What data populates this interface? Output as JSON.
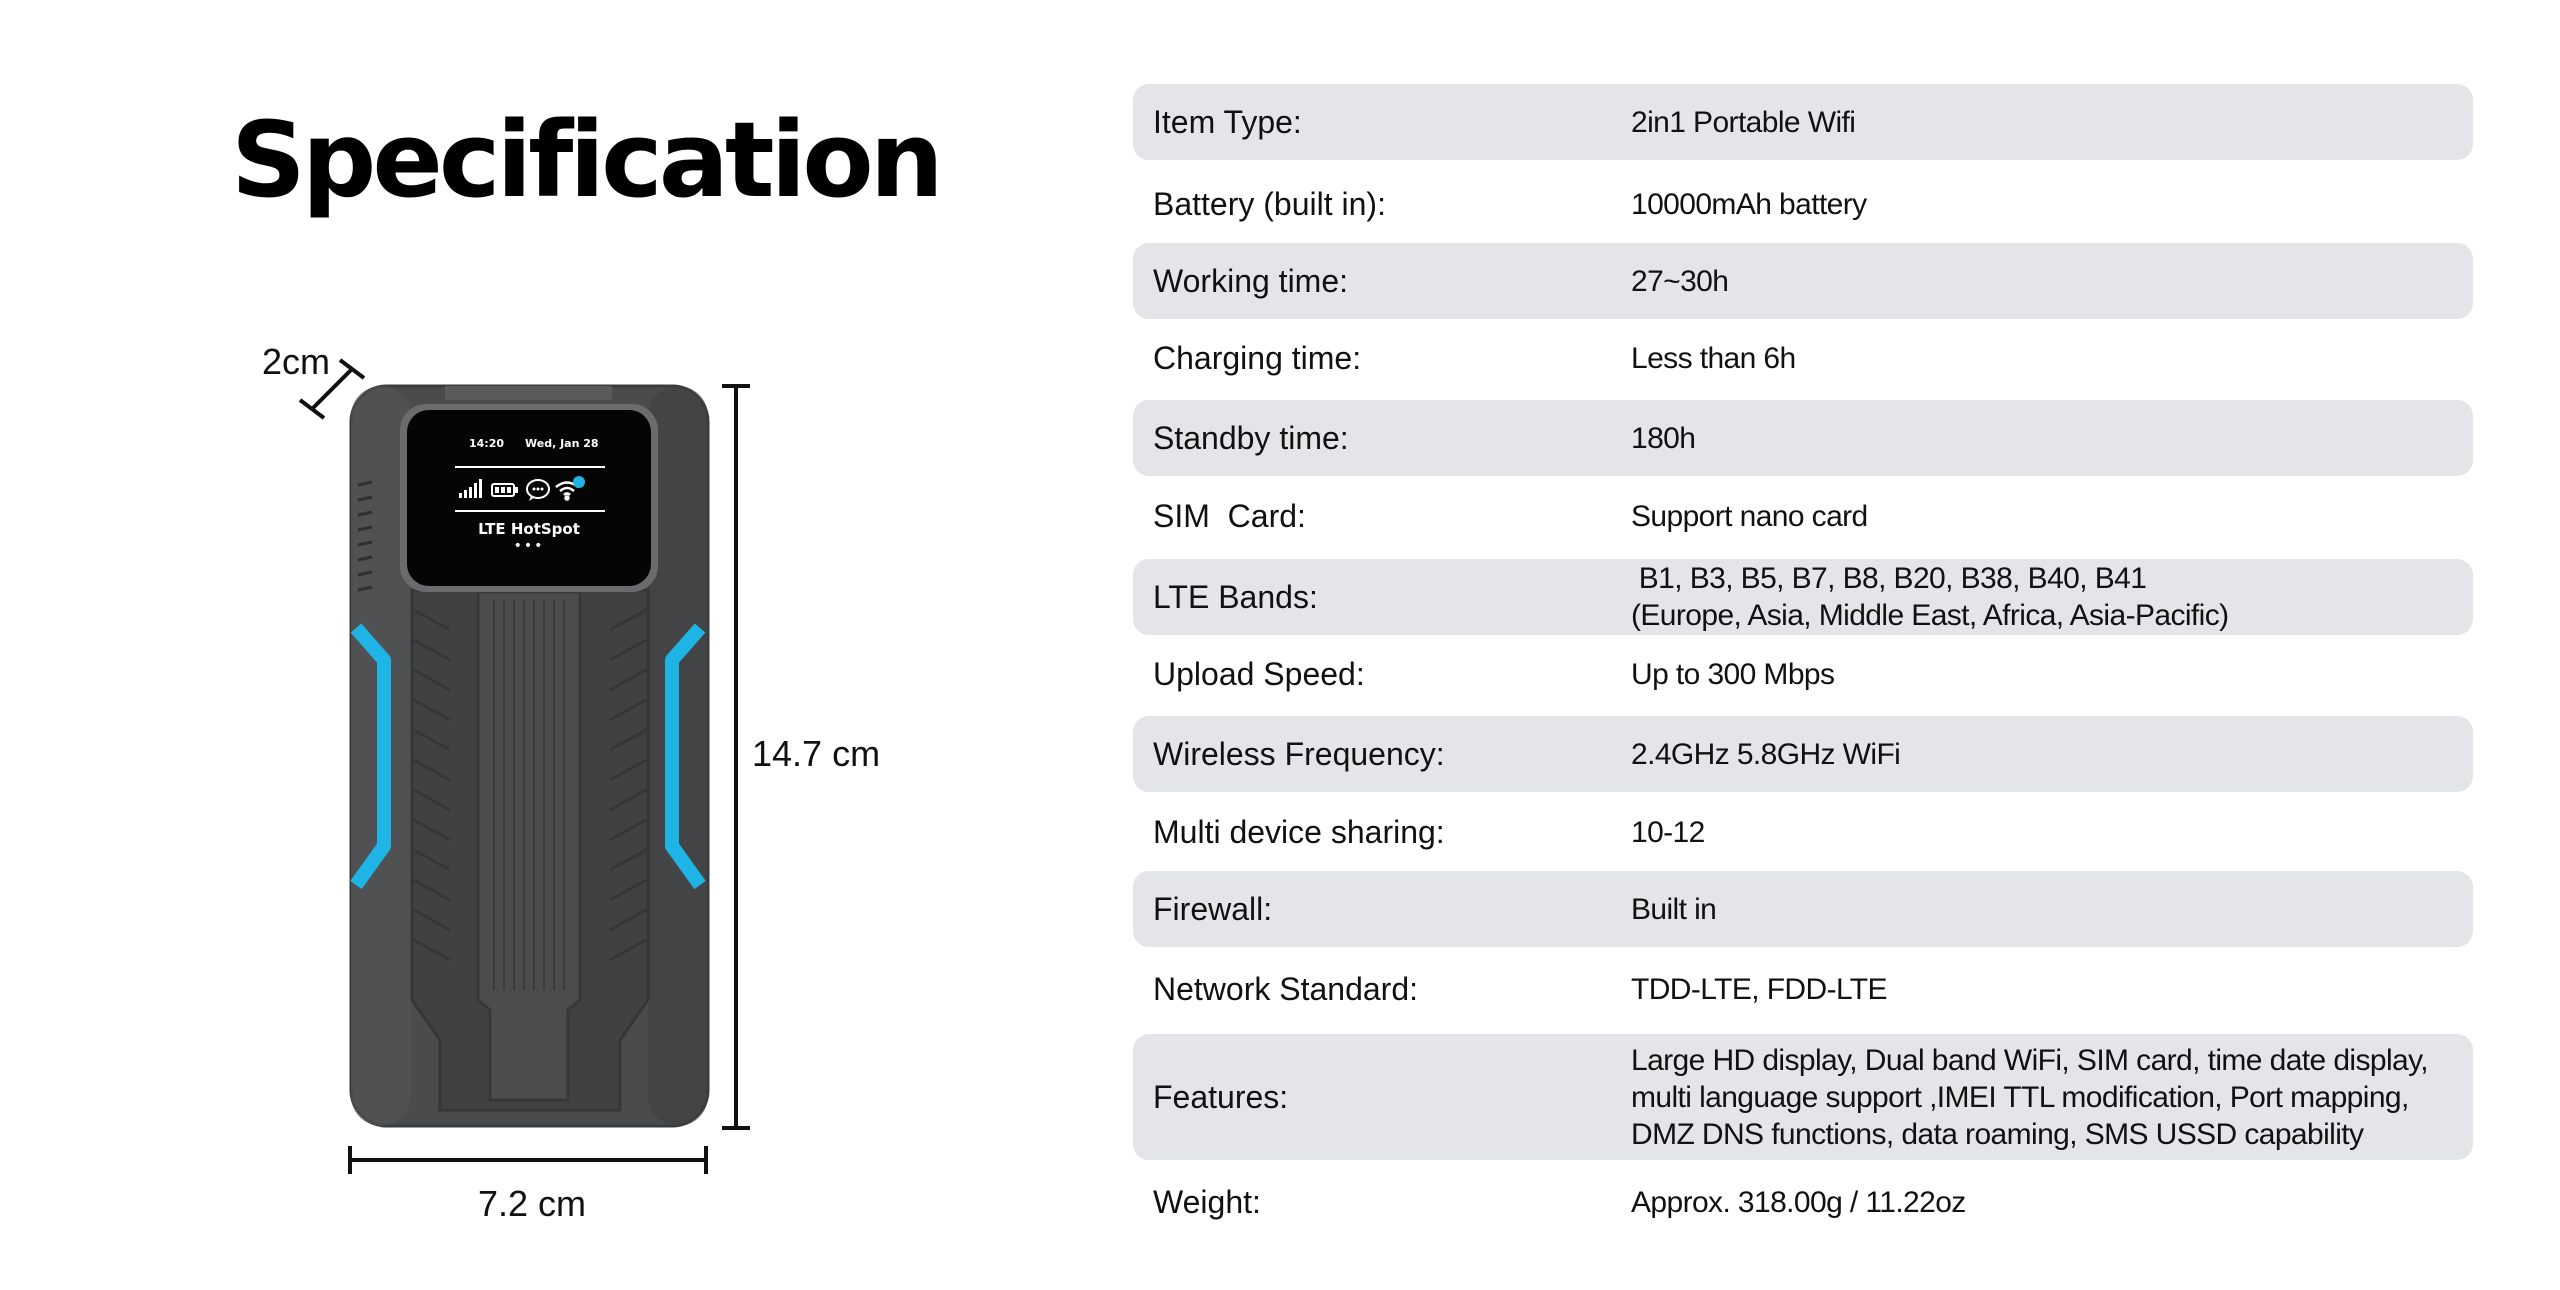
{
  "page": {
    "title": "Specification"
  },
  "device": {
    "screen_time": "14:20",
    "screen_date": "Wed, Jan 28",
    "screen_label": "LTE HotSpot",
    "icons": [
      "signal-icon",
      "battery-icon",
      "message-icon",
      "wifi-icon"
    ],
    "accent_color": "#1fb4e6",
    "body_color": "#4a4b4d"
  },
  "dimensions": {
    "depth": "2cm",
    "height": "14.7 cm",
    "width": "7.2 cm"
  },
  "specs": [
    {
      "label": "Item Type:",
      "value": [
        "2in1 Portable Wifi"
      ],
      "shaded": true
    },
    {
      "label": "Battery (built in):",
      "value": [
        "10000mAh battery"
      ],
      "shaded": false
    },
    {
      "label": "Working time:",
      "value": [
        "27~30h"
      ],
      "shaded": true
    },
    {
      "label": "Charging time:",
      "value": [
        "Less than 6h"
      ],
      "shaded": false
    },
    {
      "label": "Standby time:",
      "value": [
        "180h"
      ],
      "shaded": true
    },
    {
      "label": "SIM  Card:",
      "value": [
        "Support nano card"
      ],
      "shaded": false
    },
    {
      "label": "LTE Bands:",
      "value": [
        " B1, B3, B5, B7, B8, B20, B38, B40, B41",
        "(Europe, Asia, Middle East, Africa, Asia-Pacific)"
      ],
      "shaded": true
    },
    {
      "label": "Upload Speed:",
      "value": [
        "Up to 300 Mbps"
      ],
      "shaded": false
    },
    {
      "label": "Wireless Frequency:",
      "value": [
        "2.4GHz 5.8GHz WiFi"
      ],
      "shaded": true
    },
    {
      "label": "Multi device sharing:",
      "value": [
        "10-12"
      ],
      "shaded": false
    },
    {
      "label": "Firewall:",
      "value": [
        "Built in"
      ],
      "shaded": true
    },
    {
      "label": "Network Standard:",
      "value": [
        "TDD-LTE, FDD-LTE"
      ],
      "shaded": false
    },
    {
      "label": "Features:",
      "value": [
        "Large HD display, Dual band WiFi, SIM card, time date display,",
        "multi language support ,IMEI TTL modification, Port mapping,",
        "DMZ DNS functions, data roaming, SMS USSD capability"
      ],
      "shaded": true
    },
    {
      "label": "Weight:",
      "value": [
        "Approx. 318.00g / 11.22oz"
      ],
      "shaded": false
    }
  ]
}
